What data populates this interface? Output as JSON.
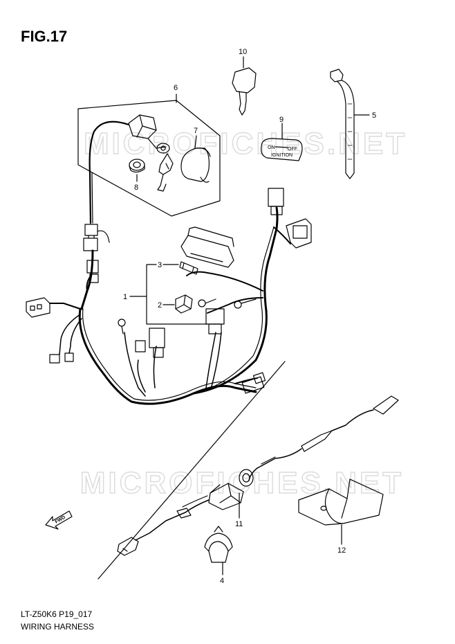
{
  "figure": {
    "title": "FIG.17",
    "code": "LT-Z50K6 P19_017",
    "name": "WIRING HARNESS"
  },
  "watermark": "MICROFICHES.NET",
  "decal": {
    "on": "ON",
    "off": "OFF",
    "ignition": "IGNITION"
  },
  "fwd_label": "FWD",
  "callouts": [
    "1",
    "2",
    "3",
    "4",
    "5",
    "6",
    "7",
    "8",
    "9",
    "10",
    "11",
    "12"
  ],
  "colors": {
    "line": "#000000",
    "watermark": "#e4e4e4"
  }
}
